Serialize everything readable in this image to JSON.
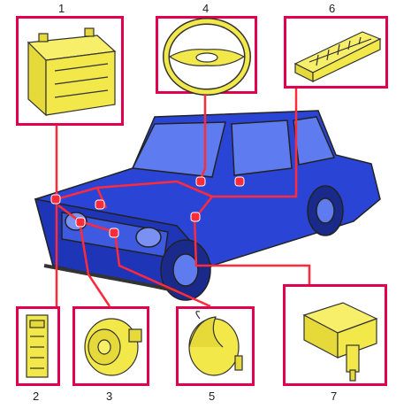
{
  "labels": {
    "battery": "1",
    "fuse_block": "2",
    "generator": "3",
    "steering_wheel": "4",
    "horn": "5",
    "relay_block": "6",
    "relay": "7"
  },
  "colors": {
    "frame": "#e0004d",
    "wiring": "#ff2a3a",
    "car_body": "#2a45d6",
    "component": "#f2e84a"
  }
}
